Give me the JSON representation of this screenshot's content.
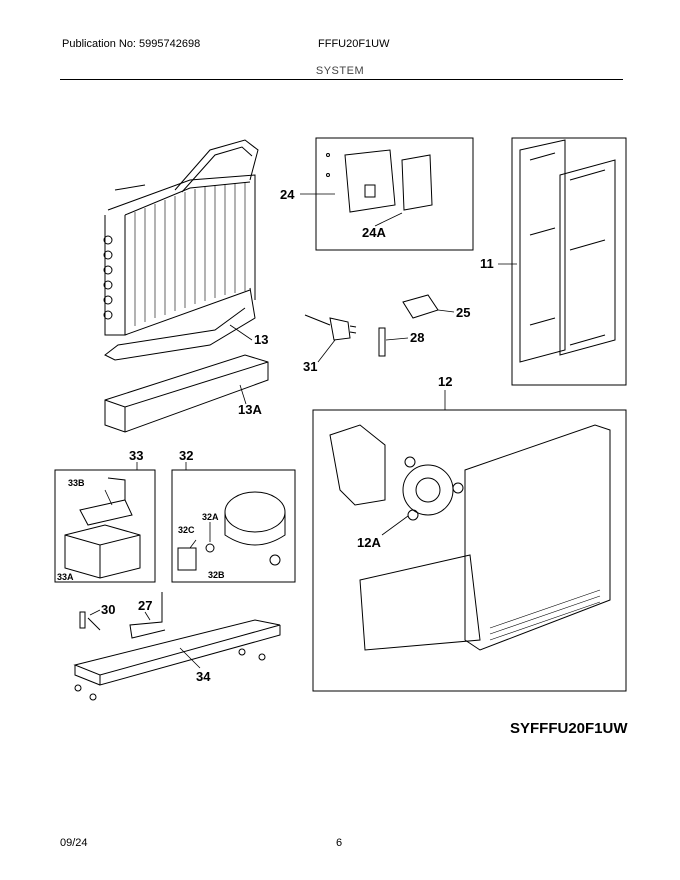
{
  "header": {
    "publication": "Publication No: 5995742698",
    "model": "FFFU20F1UW",
    "section": "SYSTEM"
  },
  "parts": {
    "p24": "24",
    "p24a": "24A",
    "p11": "11",
    "p25": "25",
    "p28": "28",
    "p13": "13",
    "p31": "31",
    "p13a": "13A",
    "p12": "12",
    "p33": "33",
    "p32": "32",
    "p33b": "33B",
    "p32a": "32A",
    "p32c": "32C",
    "p32b": "32B",
    "p33a": "33A",
    "p12a": "12A",
    "p30": "30",
    "p27": "27",
    "p34": "34"
  },
  "diagram_code": "SYFFFU20F1UW",
  "footer": {
    "date": "09/24",
    "page": "6"
  }
}
